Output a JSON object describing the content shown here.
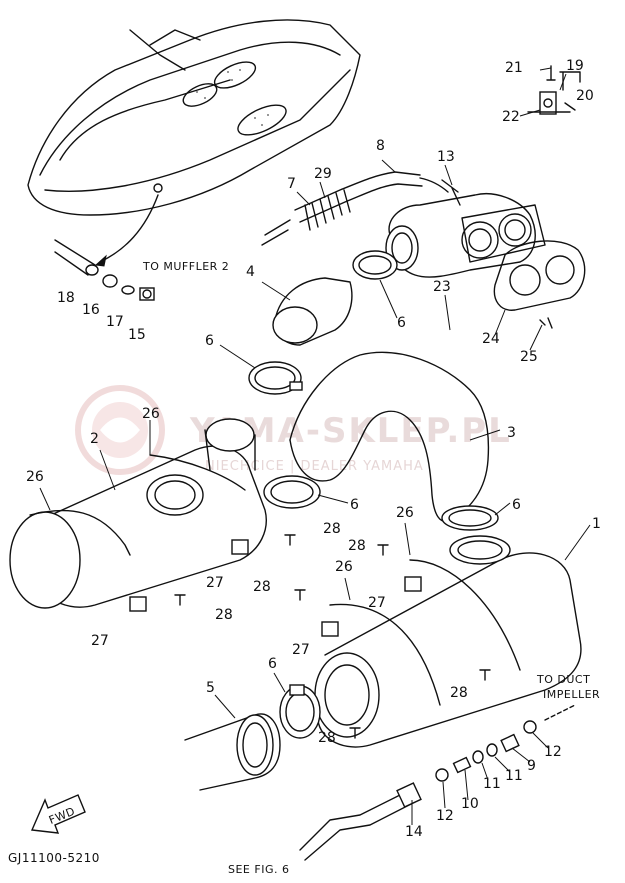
{
  "watermark": {
    "title": "YAMA-SKLEP.PL",
    "subtitle": "NIECHCICE | DEALER YAMAHA"
  },
  "notes": {
    "to_muffler_2": "TO MUFFLER 2",
    "to_duct": "TO DUCT",
    "impeller": "IMPELLER",
    "see_fig": "SEE FIG. 6",
    "fwd": "FWD",
    "drawing_code": "GJ11100-5210"
  },
  "parts": [
    "1",
    "2",
    "3",
    "4",
    "5",
    "6",
    "7",
    "8",
    "9",
    "10",
    "11",
    "12",
    "13",
    "14",
    "15",
    "16",
    "17",
    "18",
    "19",
    "20",
    "21",
    "22",
    "23",
    "24",
    "25",
    "26",
    "27",
    "28",
    "29"
  ],
  "labels": {
    "p1": "1",
    "p2": "2",
    "p3": "3",
    "p4": "4",
    "p5": "5",
    "p6a": "6",
    "p6b": "6",
    "p6c": "6",
    "p6d": "6",
    "p6e": "6",
    "p7": "7",
    "p8": "8",
    "p9": "9",
    "p10": "10",
    "p11a": "11",
    "p11b": "11",
    "p12a": "12",
    "p12b": "12",
    "p13": "13",
    "p14": "14",
    "p15": "15",
    "p16": "16",
    "p17": "17",
    "p18": "18",
    "p19": "19",
    "p20": "20",
    "p21": "21",
    "p22": "22",
    "p23": "23",
    "p24": "24",
    "p25": "25",
    "p26a": "26",
    "p26b": "26",
    "p26c": "26",
    "p26d": "26",
    "p27a": "27",
    "p27b": "27",
    "p27c": "27",
    "p27d": "27",
    "p28a": "28",
    "p28b": "28",
    "p28c": "28",
    "p28d": "28",
    "p28e": "28",
    "p28f": "28",
    "p29": "29"
  }
}
